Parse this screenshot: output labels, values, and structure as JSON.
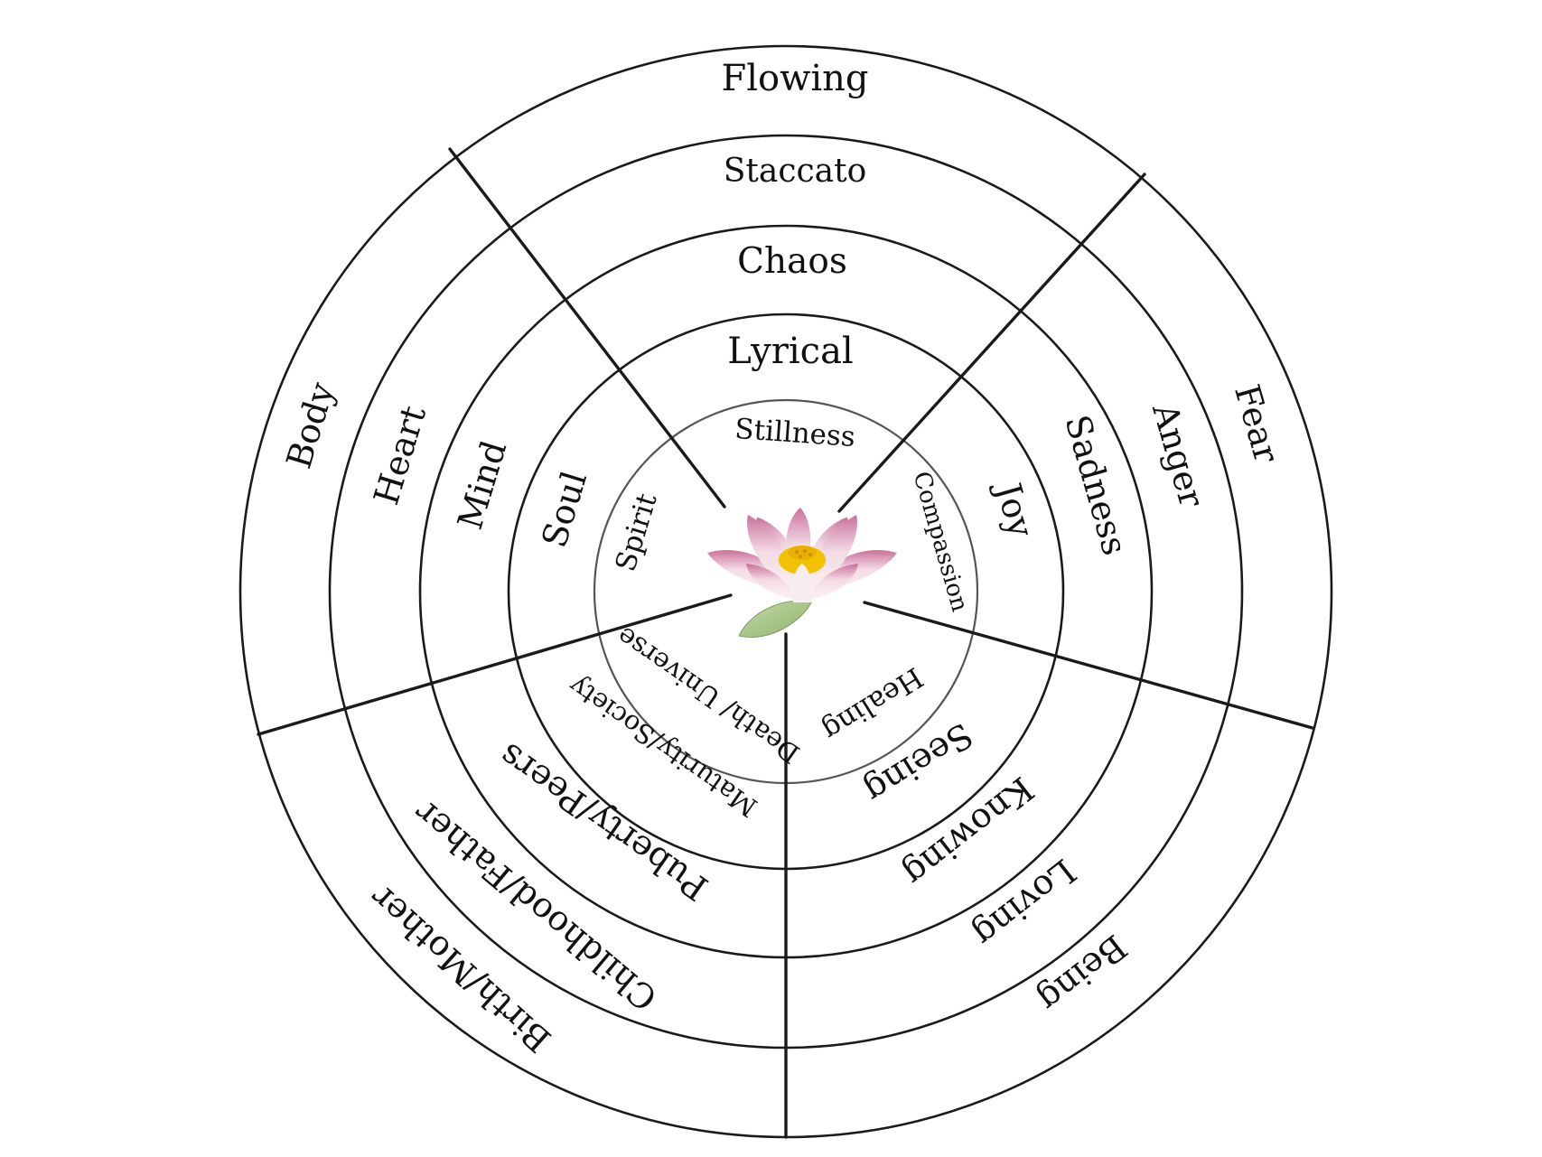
{
  "center_icon": "lotus-flower",
  "colors": {
    "line": "#1a1a1a",
    "text": "#111111",
    "lotus_petal": "#f3dbe6",
    "lotus_tip": "#c9709a",
    "lotus_center": "#f2c200",
    "lotus_leaf": "#a9c98a"
  },
  "sectors": {
    "top": [
      "Stillness",
      "Lyrical",
      "Chaos",
      "Staccato",
      "Flowing"
    ],
    "right": [
      "Compassion",
      "Joy",
      "Sadness",
      "Anger",
      "Fear"
    ],
    "bottom_right": [
      "Healing",
      "Seeing",
      "Knowing",
      "Loving",
      "Being"
    ],
    "bottom_left": [
      "Death/ Universe",
      "Maturity/Society",
      "Puberty/Peers",
      "Childhood/Father",
      "Birth/Mother"
    ],
    "left": [
      "Spirit",
      "Soul",
      "Mind",
      "Heart",
      "Body"
    ]
  }
}
